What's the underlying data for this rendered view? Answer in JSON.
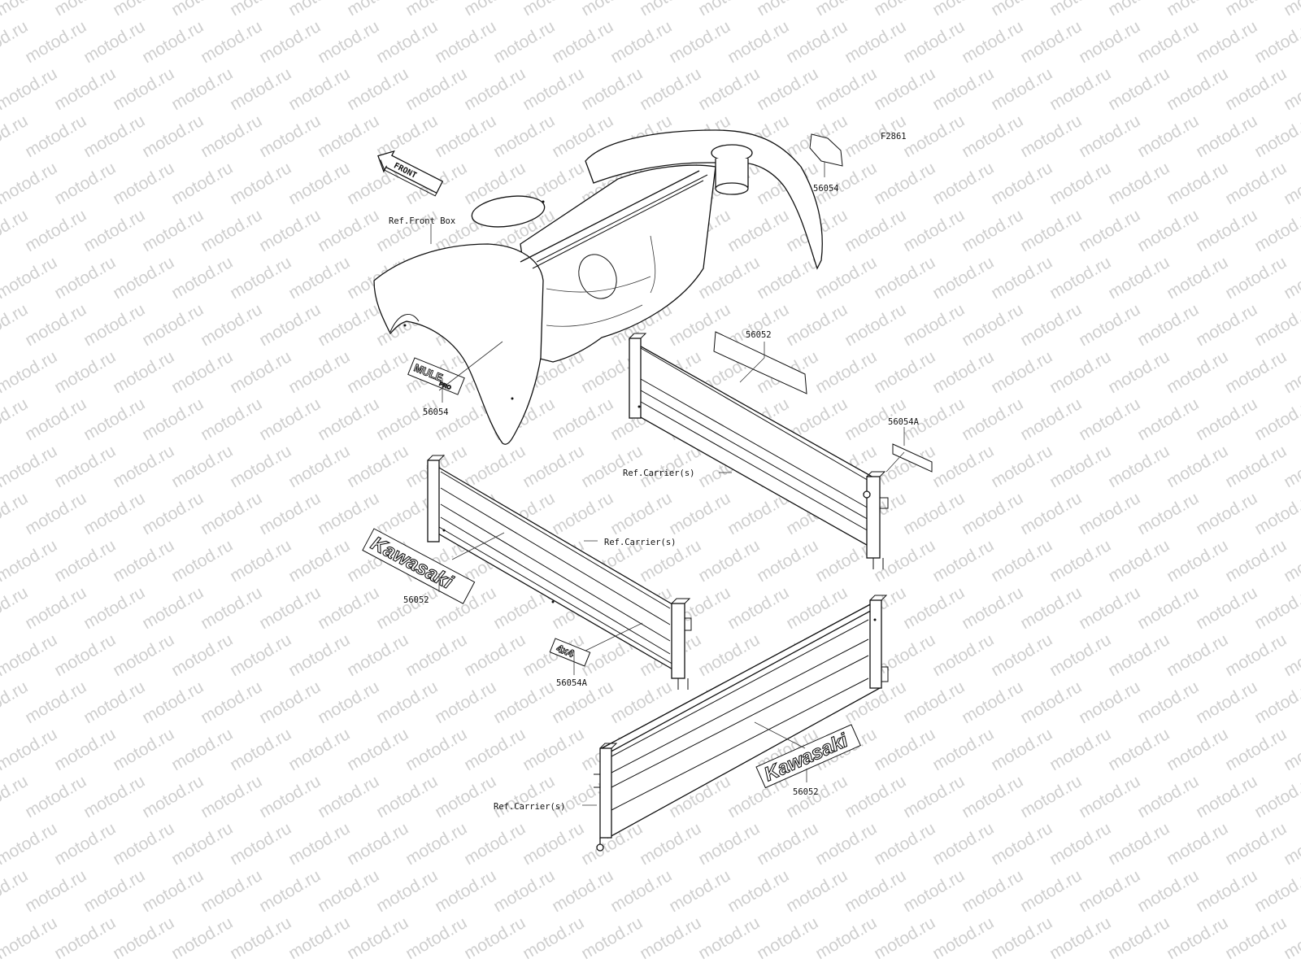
{
  "figure_code": "F2861",
  "watermark": "motod.ru",
  "front_arrow": "FRONT",
  "decals": {
    "mule_logo": "MULE",
    "mule_sub": "PRO",
    "four_by_four": "4x4",
    "kawasaki_left": "Kawasaki",
    "kawasaki_right": "Kawasaki"
  },
  "callouts": [
    {
      "key": "ref_front_box",
      "text": "Ref.Front Box"
    },
    {
      "key": "p56054_top",
      "text": "56054"
    },
    {
      "key": "p56054_left",
      "text": "56054"
    },
    {
      "key": "p56052_top",
      "text": "56052"
    },
    {
      "key": "p56054a_right",
      "text": "56054A"
    },
    {
      "key": "ref_carrier_1",
      "text": "Ref.Carrier(s)"
    },
    {
      "key": "ref_carrier_2",
      "text": "Ref.Carrier(s)"
    },
    {
      "key": "p56052_left",
      "text": "56052"
    },
    {
      "key": "p56054a_left",
      "text": "56054A"
    },
    {
      "key": "p56052_bottom",
      "text": "56052"
    },
    {
      "key": "ref_carrier_3",
      "text": "Ref.Carrier(s)"
    }
  ]
}
